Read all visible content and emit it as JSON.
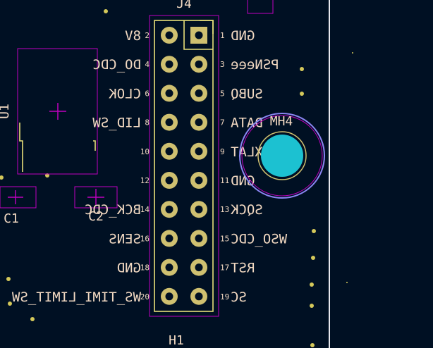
{
  "colors": {
    "background": "#001023",
    "silkscreen": "#f2d9c2",
    "pad_ring": "#cfc070",
    "pad_ring_dark": "#c8b84a",
    "hole": "#001023",
    "courtyard": "#c000c0",
    "fab_outline": "#e8e07a",
    "via_dot": "#d4c85a",
    "mounting_fill": "#1cc1d1",
    "mounting_ring": "#8a84f2",
    "edge_line": "#e8e8ee"
  },
  "icons": {
    "pin1_pad": "square-pad-icon",
    "round_pad": "round-pad-icon",
    "mounting_hole": "mounting-hole-icon",
    "component_center": "crosshair-icon"
  },
  "references": {
    "connector_top": "J4",
    "connector_bottom": "H1",
    "ic": "U1",
    "cap1": "C1",
    "cap2": "C2",
    "mounting_hole": "MH4"
  },
  "connector": {
    "rows": [
      {
        "left_label": "8V",
        "left_num": "2",
        "right_num": "1",
        "right_label": "GND"
      },
      {
        "left_label": "DO_CDC",
        "left_num": "4",
        "right_num": "3",
        "right_label": "PSNeee"
      },
      {
        "left_label": "CLOK",
        "left_num": "6",
        "right_num": "5",
        "right_label": "SUBQ"
      },
      {
        "left_label": "LID_SW",
        "left_num": "8",
        "right_num": "7",
        "right_label": "DATA"
      },
      {
        "left_label": "",
        "left_num": "10",
        "right_num": "9",
        "right_label": "XLAT"
      },
      {
        "left_label": "",
        "left_num": "12",
        "right_num": "11",
        "right_label": "GND"
      },
      {
        "left_label": "BCK_CDC",
        "left_num": "14",
        "right_num": "13",
        "right_label": "SQCK"
      },
      {
        "left_label": "SENS",
        "left_num": "16",
        "right_num": "15",
        "right_label": "WSO_CDC"
      },
      {
        "left_label": "GND",
        "left_num": "18",
        "right_num": "17",
        "right_label": "RST"
      },
      {
        "left_label": "WS_TIMI_LIMIT_SW",
        "left_num": "20",
        "right_num": "19",
        "right_label": "SC"
      }
    ]
  }
}
